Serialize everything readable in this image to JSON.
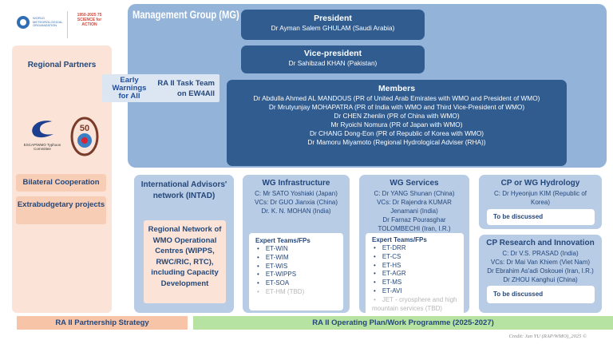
{
  "header": {
    "wmo_logo_text": "WORLD METEOROLOGICAL ORGANIZATION",
    "anniversary_logo_text": "1950-2025 75 SCIENCE for ACTION"
  },
  "management_group": {
    "title": "Management Group (MG)",
    "president": {
      "title": "President",
      "name": "Dr Ayman Salem GHULAM (Saudi Arabia)"
    },
    "vice_president": {
      "title": "Vice-president",
      "name": "Dr Sahibzad KHAN (Pakistan)"
    },
    "members": {
      "title": "Members",
      "items": [
        "Dr Abdulla Ahmed AL MANDOUS (PR of United Arab Emirates with WMO and President of WMO)",
        "Dr Mrutyunjay MOHAPATRA (PR of India with WMO and Third Vice-President of WMO)",
        "Dr CHEN Zhenlin (PR of China with WMO)",
        "Mr Ryoichi Nomura (PR of Japan with WMO)",
        "Dr CHANG Dong-Eon (PR of Republic of Korea with WMO)",
        "Dr Mamoru Miyamoto (Regional Hydrological Adviser (RHA))"
      ]
    }
  },
  "task_team": {
    "logo_text": "Early Warnings for All",
    "label_line1": "RA II Task Team",
    "label_line2": "on EW4All"
  },
  "partners": {
    "title": "Regional Partners",
    "escap_logo_text": "ESCAP/WMO Typhoon Committee",
    "bilateral": "Bilateral Cooperation",
    "extrabudgetary": "Extrabudgetary projects"
  },
  "intad": {
    "title": "International Advisors' network (INTAD)",
    "regional_network": "Regional Network of WMO Operational Centres (WIPPS, RWC/RIC, RTC), including Capacity Development"
  },
  "wg_infrastructure": {
    "title": "WG Infrastructure",
    "lines": [
      "C: Mr SATO Yoshiaki (Japan)",
      "VCs: Dr GUO Jianxia (China)",
      "Dr. K. N. MOHAN (India)"
    ],
    "teams_title": "Expert Teams/FPs",
    "teams": [
      "ET-WIN",
      "ET-WIM",
      "ET-WIS",
      "ET-WIPPS",
      "ET-SOA"
    ],
    "teams_tbd": [
      "ET-HM (TBD)"
    ]
  },
  "wg_services": {
    "title": "WG Services",
    "lines": [
      "C: Dr YANG Shunan (China)",
      "VCs: Dr Rajendra KUMAR Jenamani (India)",
      "Dr Farnaz Pourasghar TOLOMBECHI (Iran, I.R.)"
    ],
    "teams_title": "Expert Teams/FPs",
    "teams": [
      "ET-DRR",
      "ET-CS",
      "ET-HS",
      "ET-AGR",
      "ET-MS",
      "ET-AVI"
    ],
    "teams_tbd": [
      "JET - cryosphere and high mountain services (TBD)"
    ]
  },
  "cp_hydrology": {
    "title": "CP or WG Hydrology",
    "lines": [
      "C: Dr Hyeonjun KIM (Republic of Korea)"
    ],
    "note": "To be discussed"
  },
  "cp_research": {
    "title": "CP Research and Innovation",
    "lines": [
      "C: Dr V.S. PRASAD (India)",
      "VCs: Dr Mai Van Khiem (Viet Nam)",
      "Dr Ebrahim As'adi Oskouei (Iran, I.R.)",
      "Dr ZHOU Kanghui (China)"
    ],
    "note": "To be discussed"
  },
  "footer": {
    "partnership": "RA II Partnership Strategy",
    "operating_plan": "RA II Operating Plan/Work Programme (2025-2027)",
    "credit": "Credit: Jun YU (RAP/WMO)_2025 ©"
  },
  "colors": {
    "mg": "#94b3d8",
    "dark": "#305c90",
    "sub": "#b8cce6",
    "peach": "#fbe4d7",
    "partnership": "#f7c4a8",
    "operating": "#b6e3a1"
  }
}
